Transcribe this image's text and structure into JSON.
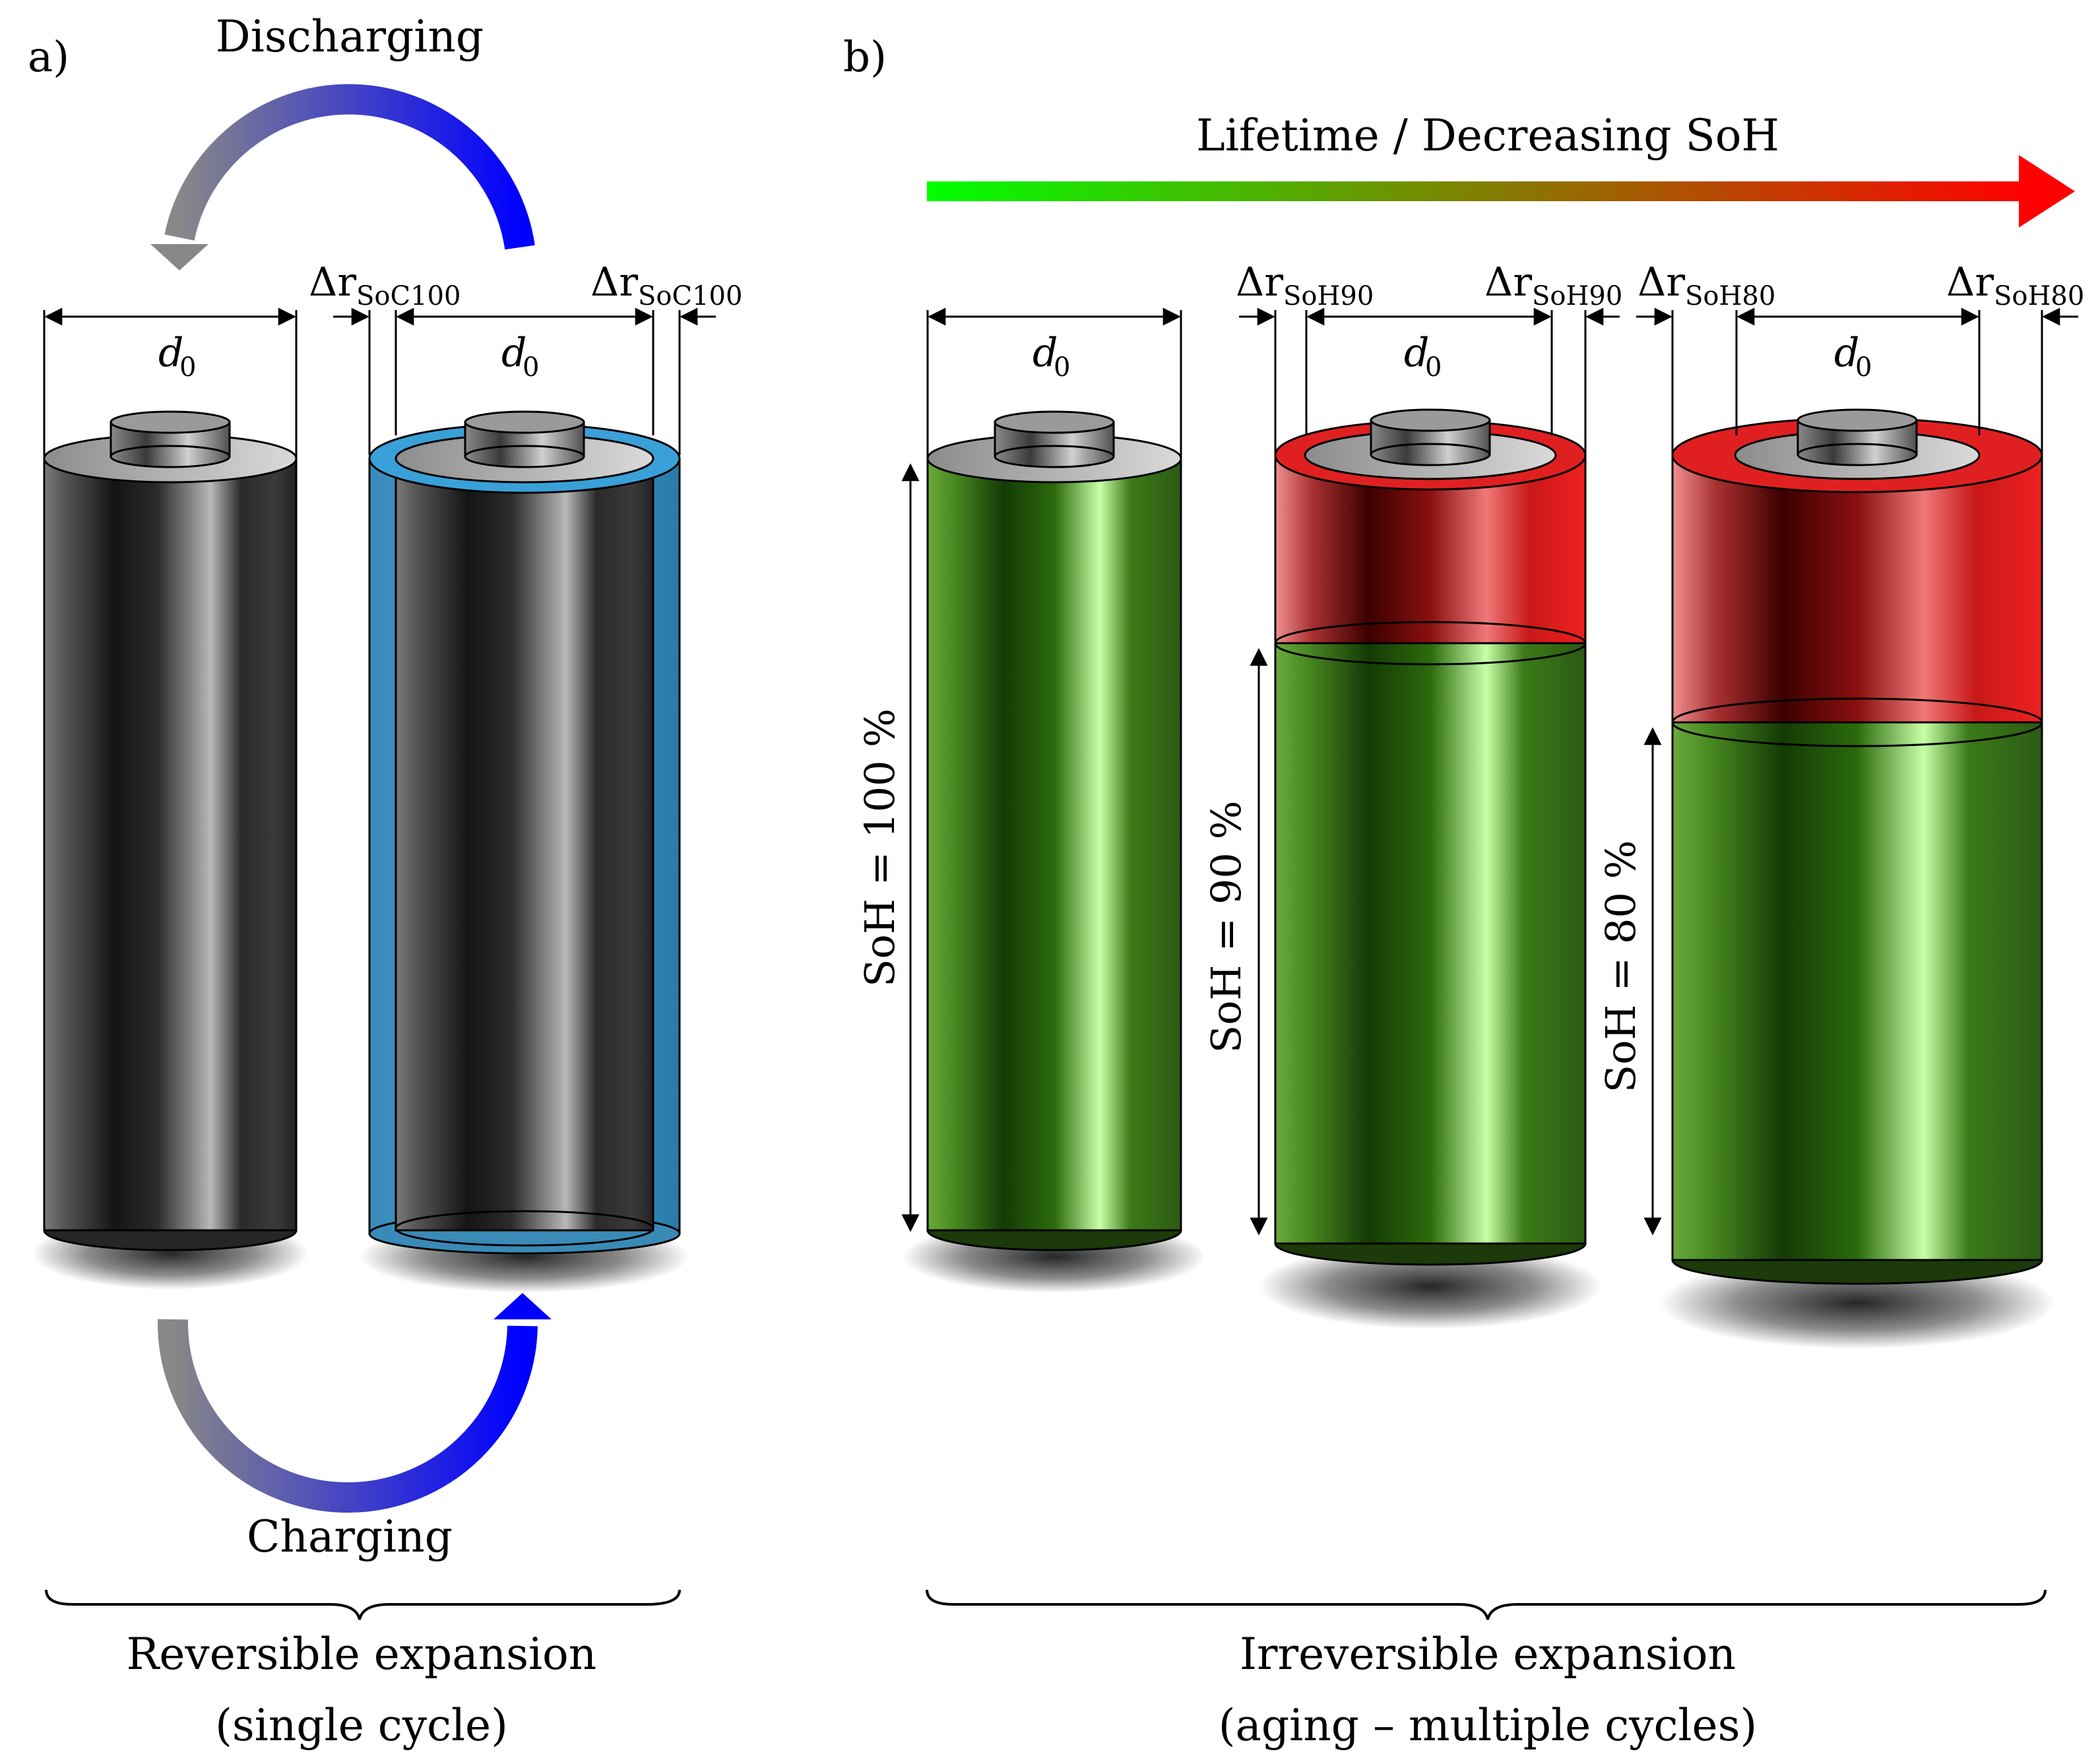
{
  "panel_a": {
    "label": "a)",
    "discharging": "Discharging",
    "charging": "Charging",
    "d0_left": "d",
    "d0_left_sub": "0",
    "d0_right": "d",
    "d0_right_sub": "0",
    "dr_left": "Δr",
    "dr_left_sub": "SoC100",
    "dr_right": "Δr",
    "dr_right_sub": "SoC100",
    "caption_line1": "Reversible expansion",
    "caption_line2": "(single cycle)"
  },
  "panel_b": {
    "label": "b)",
    "arrow_title": "Lifetime / Decreasing SoH",
    "cell1": {
      "d": "d",
      "d_sub": "0",
      "soh": "SoH = 100 %"
    },
    "cell2": {
      "d": "d",
      "d_sub": "0",
      "dr_l": "Δr",
      "dr_l_sub": "SoH90",
      "dr_r": "Δr",
      "dr_r_sub": "SoH90",
      "soh": "SoH = 90 %"
    },
    "cell3": {
      "d": "d",
      "d_sub": "0",
      "dr_l": "Δr",
      "dr_l_sub": "SoH80",
      "dr_r": "Δr",
      "dr_r_sub": "SoH80",
      "soh": "SoH = 80 %"
    },
    "caption_line1": "Irreversible expansion",
    "caption_line2": "(aging – multiple cycles)"
  },
  "colors": {
    "cell_dark": "#202020",
    "expansion_blue": "#3aa0d8",
    "healthy_green": "#2f7a12",
    "degraded_red": "#e01818",
    "arrow_start_green": "#00ff00",
    "arrow_end_red": "#ff0000",
    "cycle_arrow_blue": "#0000ff",
    "cycle_arrow_grey": "#888888"
  }
}
